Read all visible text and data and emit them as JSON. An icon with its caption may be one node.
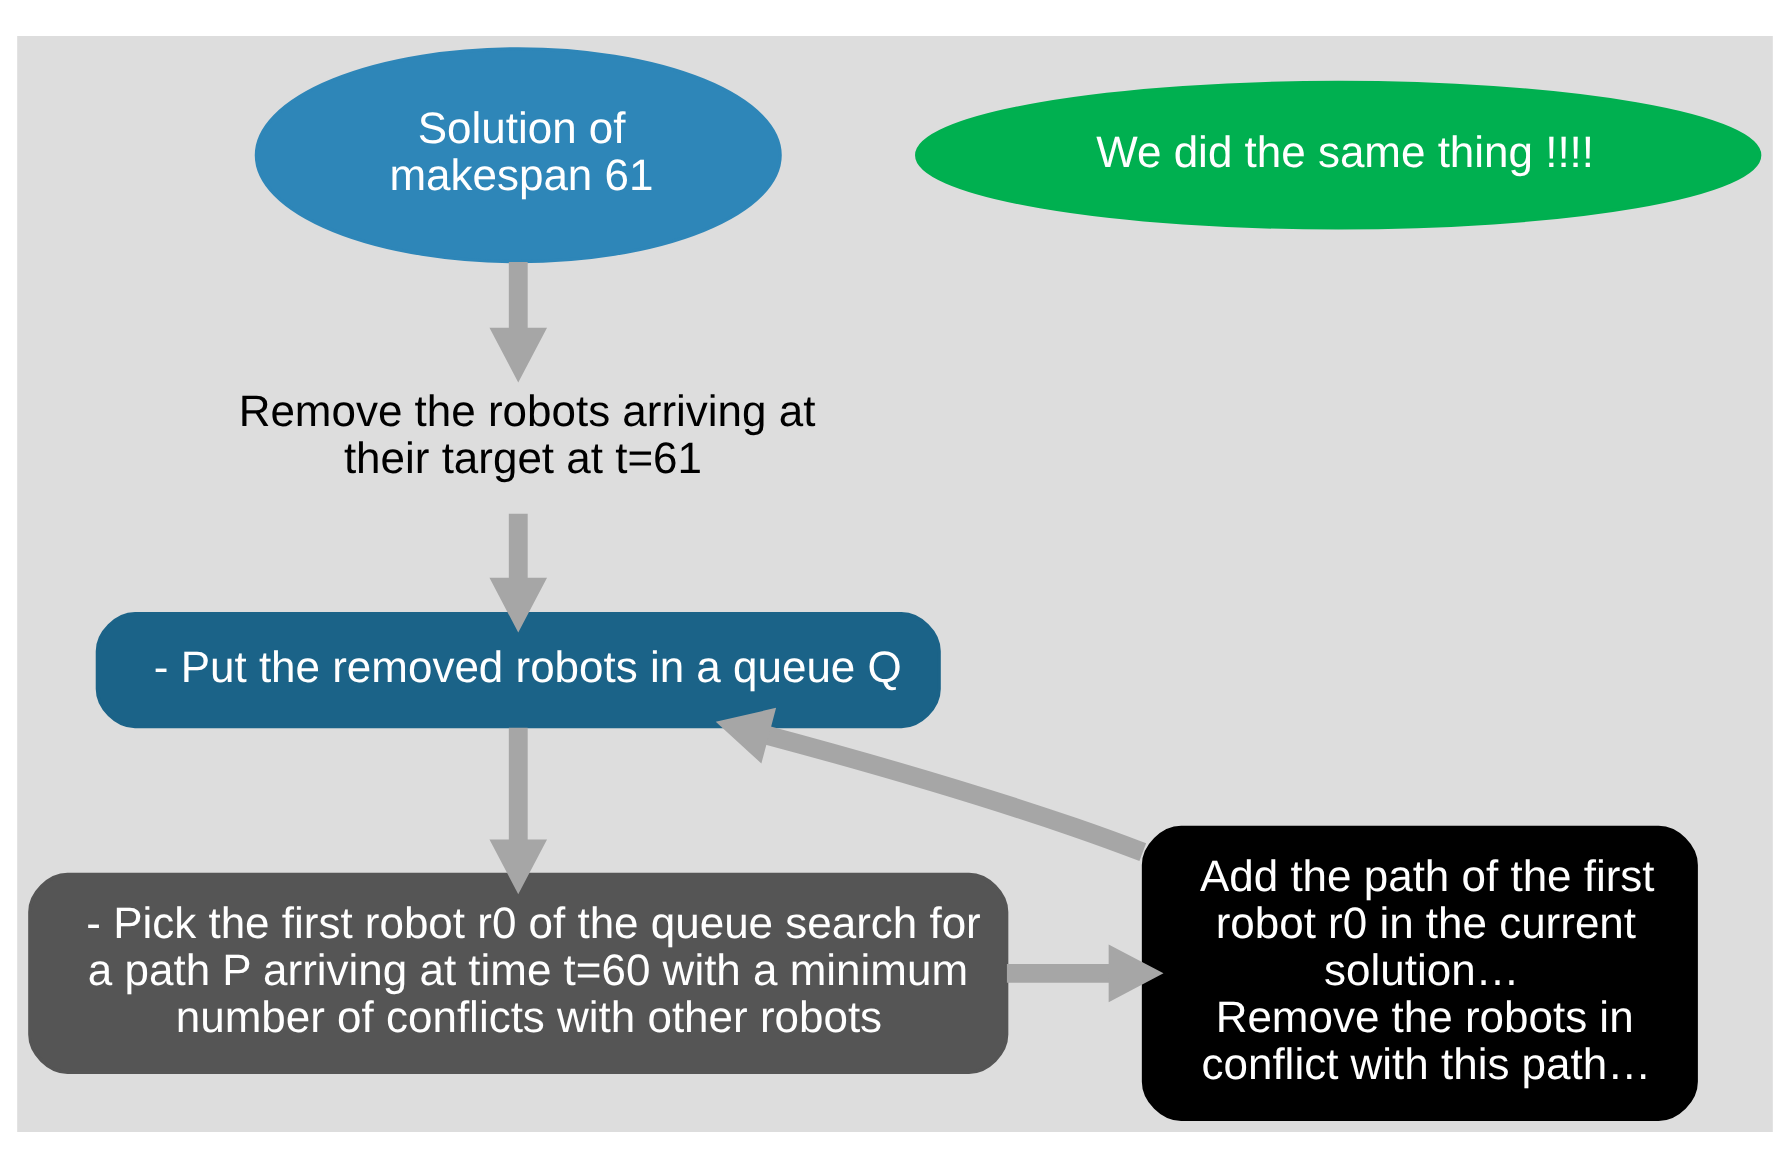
{
  "diagram": {
    "nodes": [
      {
        "text": [
          "Solution of makespan 61"
        ]
      },
      {
        "text": [
          "Remove the robots arriving at their target at t=61"
        ]
      },
      {
        "text": [
          "- Put the removed robots in a queue Q"
        ]
      },
      {
        "text": [
          "- Pick the first robot r0 of the queue search for a path P arriving at time t=60 with a minimum number of conflicts with other robots"
        ]
      },
      {
        "text": [
          "Add the path of the first robot r0 in the current solution…",
          "Remove the robots in conflict with this path…"
        ]
      },
      {
        "text": [
          "We did the same thing !!!!"
        ]
      }
    ],
    "edges": [
      {
        "from": 0,
        "to": 1,
        "arrow": "to"
      },
      {
        "from": 1,
        "to": 2,
        "arrow": "to"
      },
      {
        "from": 2,
        "to": 3,
        "arrow": "to"
      },
      {
        "from": 3,
        "to": 4,
        "arrow": "to"
      },
      {
        "from": 4,
        "to": 2,
        "arrow": "to"
      }
    ]
  }
}
